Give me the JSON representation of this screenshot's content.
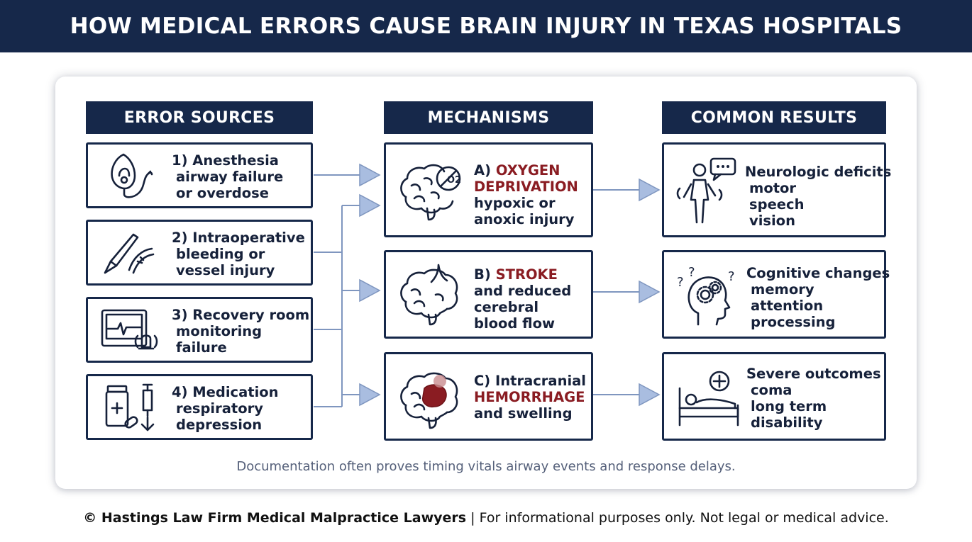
{
  "title": "HOW MEDICAL ERRORS CAUSE BRAIN INJURY IN TEXAS HOSPITALS",
  "columns": {
    "sources": "ERROR SOURCES",
    "mechanisms": "MECHANISMS",
    "results": "COMMON RESULTS"
  },
  "sources": [
    {
      "lines": [
        "1) Anesthesia",
        "airway failure",
        "or overdose"
      ],
      "icon": "anesthesia-mask-icon"
    },
    {
      "lines": [
        "2) Intraoperative",
        "bleeding or",
        "vessel injury"
      ],
      "icon": "scalpel-icon"
    },
    {
      "lines": [
        "3) Recovery room",
        "monitoring",
        "failure"
      ],
      "icon": "monitor-alarm-icon"
    },
    {
      "lines": [
        "4) Medication",
        "respiratory",
        "depression"
      ],
      "icon": "medication-syringe-icon"
    }
  ],
  "mechanisms": [
    {
      "prefix": "A)",
      "highlight": [
        "OXYGEN",
        "DEPRIVATION"
      ],
      "lines": [
        "hypoxic or",
        "anoxic injury"
      ],
      "icon": "brain-no-oxygen-icon",
      "o2_label": "O2"
    },
    {
      "prefix": "B)",
      "highlight": [
        "STROKE"
      ],
      "lines": [
        "and reduced",
        "cerebral",
        "blood flow"
      ],
      "icon": "brain-vessel-icon"
    },
    {
      "prefix": "C) Intracranial",
      "highlight": [
        "HEMORRHAGE"
      ],
      "lines": [
        "and swelling"
      ],
      "icon": "brain-hemorrhage-icon"
    }
  ],
  "results": [
    {
      "heading": "Neurologic deficits",
      "items": [
        "motor",
        "speech",
        "vision"
      ],
      "icon": "person-speech-icon"
    },
    {
      "heading": "Cognitive changes",
      "items": [
        "memory",
        "attention",
        "processing"
      ],
      "icon": "head-gears-icon"
    },
    {
      "heading": "Severe outcomes",
      "items": [
        "coma",
        "long term",
        "disability"
      ],
      "icon": "hospital-bed-icon"
    }
  ],
  "footnote": "Documentation often proves timing vitals airway events and response delays.",
  "copyright": {
    "bold": "© Hastings Law Firm Medical Malpractice Lawyers",
    "rest": " | For informational purposes only. Not legal or medical advice."
  },
  "colors": {
    "navy": "#16284a",
    "accent_red": "#8a1c22",
    "connector": "#7f96bf",
    "arrow_fill": "#a9bde0"
  }
}
